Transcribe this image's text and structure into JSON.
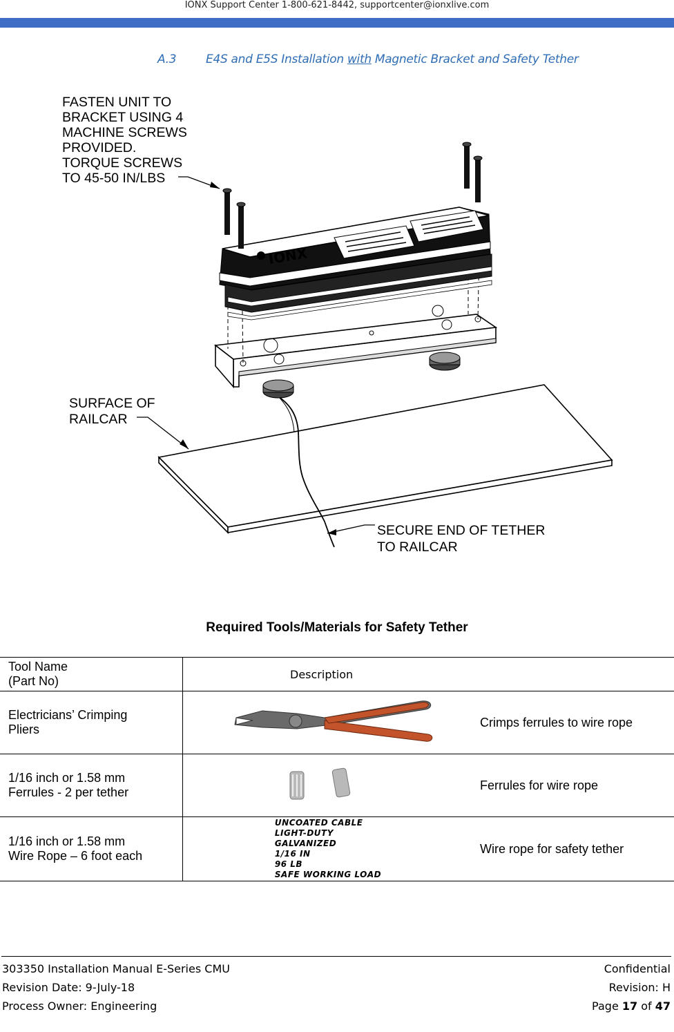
{
  "header": {
    "support": "IONX Support Center 1-800-621-8442, supportcenter@ionxlive.com"
  },
  "section": {
    "number": "A.3",
    "title_a": "E4S and E5S Installation ",
    "title_u": "with",
    "title_b": " Magnetic Bracket and Safety Tether"
  },
  "diagram": {
    "callout_fasten": [
      "FASTEN UNIT TO",
      "BRACKET USING 4",
      "MACHINE SCREWS",
      "PROVIDED.",
      "TORQUE SCREWS",
      "TO 45-50 IN/LBS"
    ],
    "callout_surface": [
      "SURFACE OF",
      "RAILCAR"
    ],
    "callout_tether": [
      "SECURE END OF TETHER",
      "TO RAILCAR"
    ],
    "logo": "IONX"
  },
  "table": {
    "title": "Required Tools/Materials for Safety Tether",
    "header_tool": [
      "Tool Name",
      "(Part No)"
    ],
    "header_desc": "Description",
    "rows": [
      {
        "name": [
          "Electricians’ Crimping",
          "Pliers"
        ],
        "desc": "Crimps ferrules to wire rope"
      },
      {
        "name": [
          "1/16 inch or 1.58 mm",
          "Ferrules - 2 per tether"
        ],
        "desc": "Ferrules for wire rope"
      },
      {
        "name": [
          "1/16 inch or 1.58 mm",
          "Wire Rope – 6 foot each"
        ],
        "desc": "Wire rope for safety tether"
      }
    ],
    "cable_label": [
      "UNCOATED CABLE",
      "LIGHT-DUTY",
      "GALVANIZED",
      "1/16 IN",
      "96 LB",
      "SAFE WORKING LOAD"
    ]
  },
  "footer": {
    "doc": "303350 Installation Manual E-Series CMU",
    "confidential": "Confidential",
    "revision_date": "Revision Date: 9-July-18",
    "revision": "Revision: H",
    "owner": "Process Owner:  Engineering",
    "page_prefix": "Page ",
    "page": "17",
    "page_mid": " of ",
    "pages": "47"
  }
}
